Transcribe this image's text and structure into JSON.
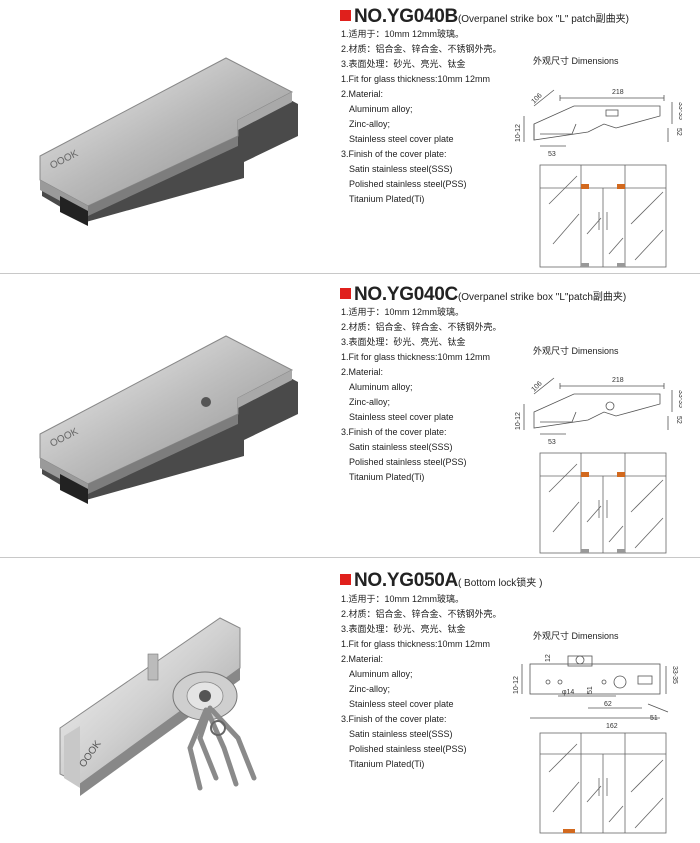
{
  "products": [
    {
      "code": "NO.YG040B",
      "subtitle": "(Overpanel strike box \"L\" patch副曲夹)",
      "spec_lines": [
        {
          "text": "1.适用于：10mm 12mm玻璃。",
          "indent": false
        },
        {
          "text": "2.材质：铝合金、锌合金、不锈钢外壳。",
          "indent": false
        },
        {
          "text": "3.表面处理：砂光、亮光、钛金",
          "indent": false
        },
        {
          "text": "1.Fit for glass thickness:10mm 12mm",
          "indent": false
        },
        {
          "text": "2.Material:",
          "indent": false
        },
        {
          "text": "Aluminum alloy;",
          "indent": true
        },
        {
          "text": "Zinc-alloy;",
          "indent": true
        },
        {
          "text": "Stainless steel cover plate",
          "indent": true
        },
        {
          "text": "3.Finish of the cover plate:",
          "indent": false
        },
        {
          "text": "Satin stainless steel(SSS)",
          "indent": true
        },
        {
          "text": "Polished stainless steel(PSS)",
          "indent": true
        },
        {
          "text": "Titanium Plated(Ti)",
          "indent": true
        }
      ],
      "dimensions_label": "外观尺寸 Dimensions",
      "dims": [
        "218",
        "106",
        "10-12",
        "53",
        "33-35",
        "52"
      ]
    },
    {
      "code": "NO.YG040C",
      "subtitle": "(Overpanel strike box \"L\"patch副曲夹)",
      "spec_lines": [
        {
          "text": "1.适用于：10mm 12mm玻璃。",
          "indent": false
        },
        {
          "text": "2.材质：铝合金、锌合金、不锈钢外壳。",
          "indent": false
        },
        {
          "text": "3.表面处理：砂光、亮光、钛金",
          "indent": false
        },
        {
          "text": "1.Fit for glass thickness:10mm 12mm",
          "indent": false
        },
        {
          "text": "2.Material:",
          "indent": false
        },
        {
          "text": "Aluminum alloy;",
          "indent": true
        },
        {
          "text": "Zinc-alloy;",
          "indent": true
        },
        {
          "text": "Stainless steel cover plate",
          "indent": true
        },
        {
          "text": "3.Finish of the cover plate:",
          "indent": false
        },
        {
          "text": "Satin stainless steel(SSS)",
          "indent": true
        },
        {
          "text": "Polished stainless steel(PSS)",
          "indent": true
        },
        {
          "text": "Titanium Plated(Ti)",
          "indent": true
        }
      ],
      "dimensions_label": "外观尺寸 Dimensions",
      "dims": [
        "218",
        "106",
        "10-12",
        "53",
        "33-35",
        "52"
      ]
    },
    {
      "code": "NO.YG050A",
      "subtitle": "( Bottom lock锁夹 )",
      "spec_lines": [
        {
          "text": "1.适用于：10mm 12mm玻璃。",
          "indent": false
        },
        {
          "text": "2.材质：铝合金、锌合金、不锈钢外壳。",
          "indent": false
        },
        {
          "text": "3.表面处理：砂光、亮光、钛金",
          "indent": false
        },
        {
          "text": "1.Fit for glass thickness:10mm 12mm",
          "indent": false
        },
        {
          "text": "2.Material:",
          "indent": false
        },
        {
          "text": "Aluminum alloy;",
          "indent": true
        },
        {
          "text": "Zinc-alloy;",
          "indent": true
        },
        {
          "text": "Stainless steel cover plate",
          "indent": true
        },
        {
          "text": "3.Finish of the cover plate:",
          "indent": false
        },
        {
          "text": "Satin stainless steel(SSS)",
          "indent": true
        },
        {
          "text": "Polished stainless steel(PSS)",
          "indent": true
        },
        {
          "text": "Titanium Plated(Ti)",
          "indent": true
        }
      ],
      "dimensions_label": "外观尺寸 Dimensions",
      "dims": [
        "12",
        "10-12",
        "φ14",
        "51",
        "62",
        "162",
        "51",
        "33-35"
      ]
    }
  ],
  "logo_text": "OOOK",
  "colors": {
    "accent": "#e0201c",
    "separator": "#c8c8c8",
    "clip_marker": "#d2691e"
  }
}
